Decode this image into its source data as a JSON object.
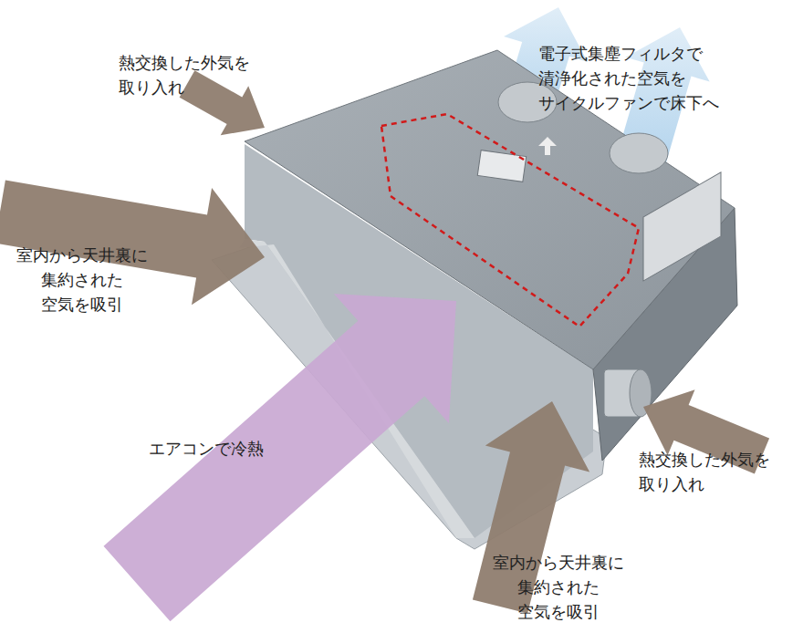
{
  "diagram": {
    "labels": [
      "熱交換した外気を 取り入れ",
      "電子式集塵フィルタで 清浄化された空気を サイクルファンで床下へ",
      "室内から天井裏に 集約された 空気を吸引",
      "エアコンで冷熱",
      "熱交換した外気を 取り入れ",
      "室内から天井裏に 集約された 空気を吸引"
    ]
  }
}
